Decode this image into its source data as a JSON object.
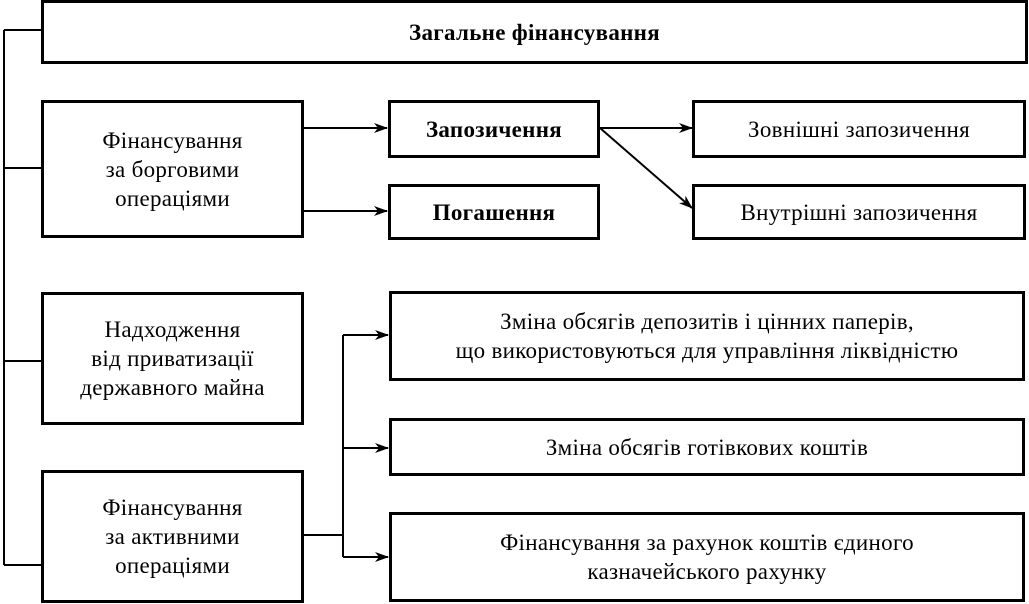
{
  "diagram": {
    "top": {
      "label": "Загальне фінансування"
    },
    "debt_financing": {
      "lines": [
        "Фінансування",
        "за борговими",
        "операціями"
      ]
    },
    "privatization": {
      "lines": [
        "Надходження",
        "від приватизації",
        "державного майна"
      ]
    },
    "active_financing": {
      "lines": [
        "Фінансування",
        "за активними",
        "операціями"
      ]
    },
    "borrowing": {
      "label": "Запозичення"
    },
    "repayment": {
      "label": "Погашення"
    },
    "external_borrowing": {
      "label": "Зовнішні запозичення"
    },
    "internal_borrowing": {
      "label": "Внутрішні запозичення"
    },
    "deposits_change": {
      "lines": [
        "Зміна обсягів депозитів і цінних паперів,",
        "що використовуються для управління ліквідністю"
      ]
    },
    "cash_change": {
      "label": "Зміна обсягів готівкових коштів"
    },
    "treasury_financing": {
      "lines": [
        "Фінансування за рахунок коштів єдиного",
        "казначейського рахунку"
      ]
    }
  },
  "colors": {
    "line": "#000000",
    "background": "#ffffff"
  }
}
